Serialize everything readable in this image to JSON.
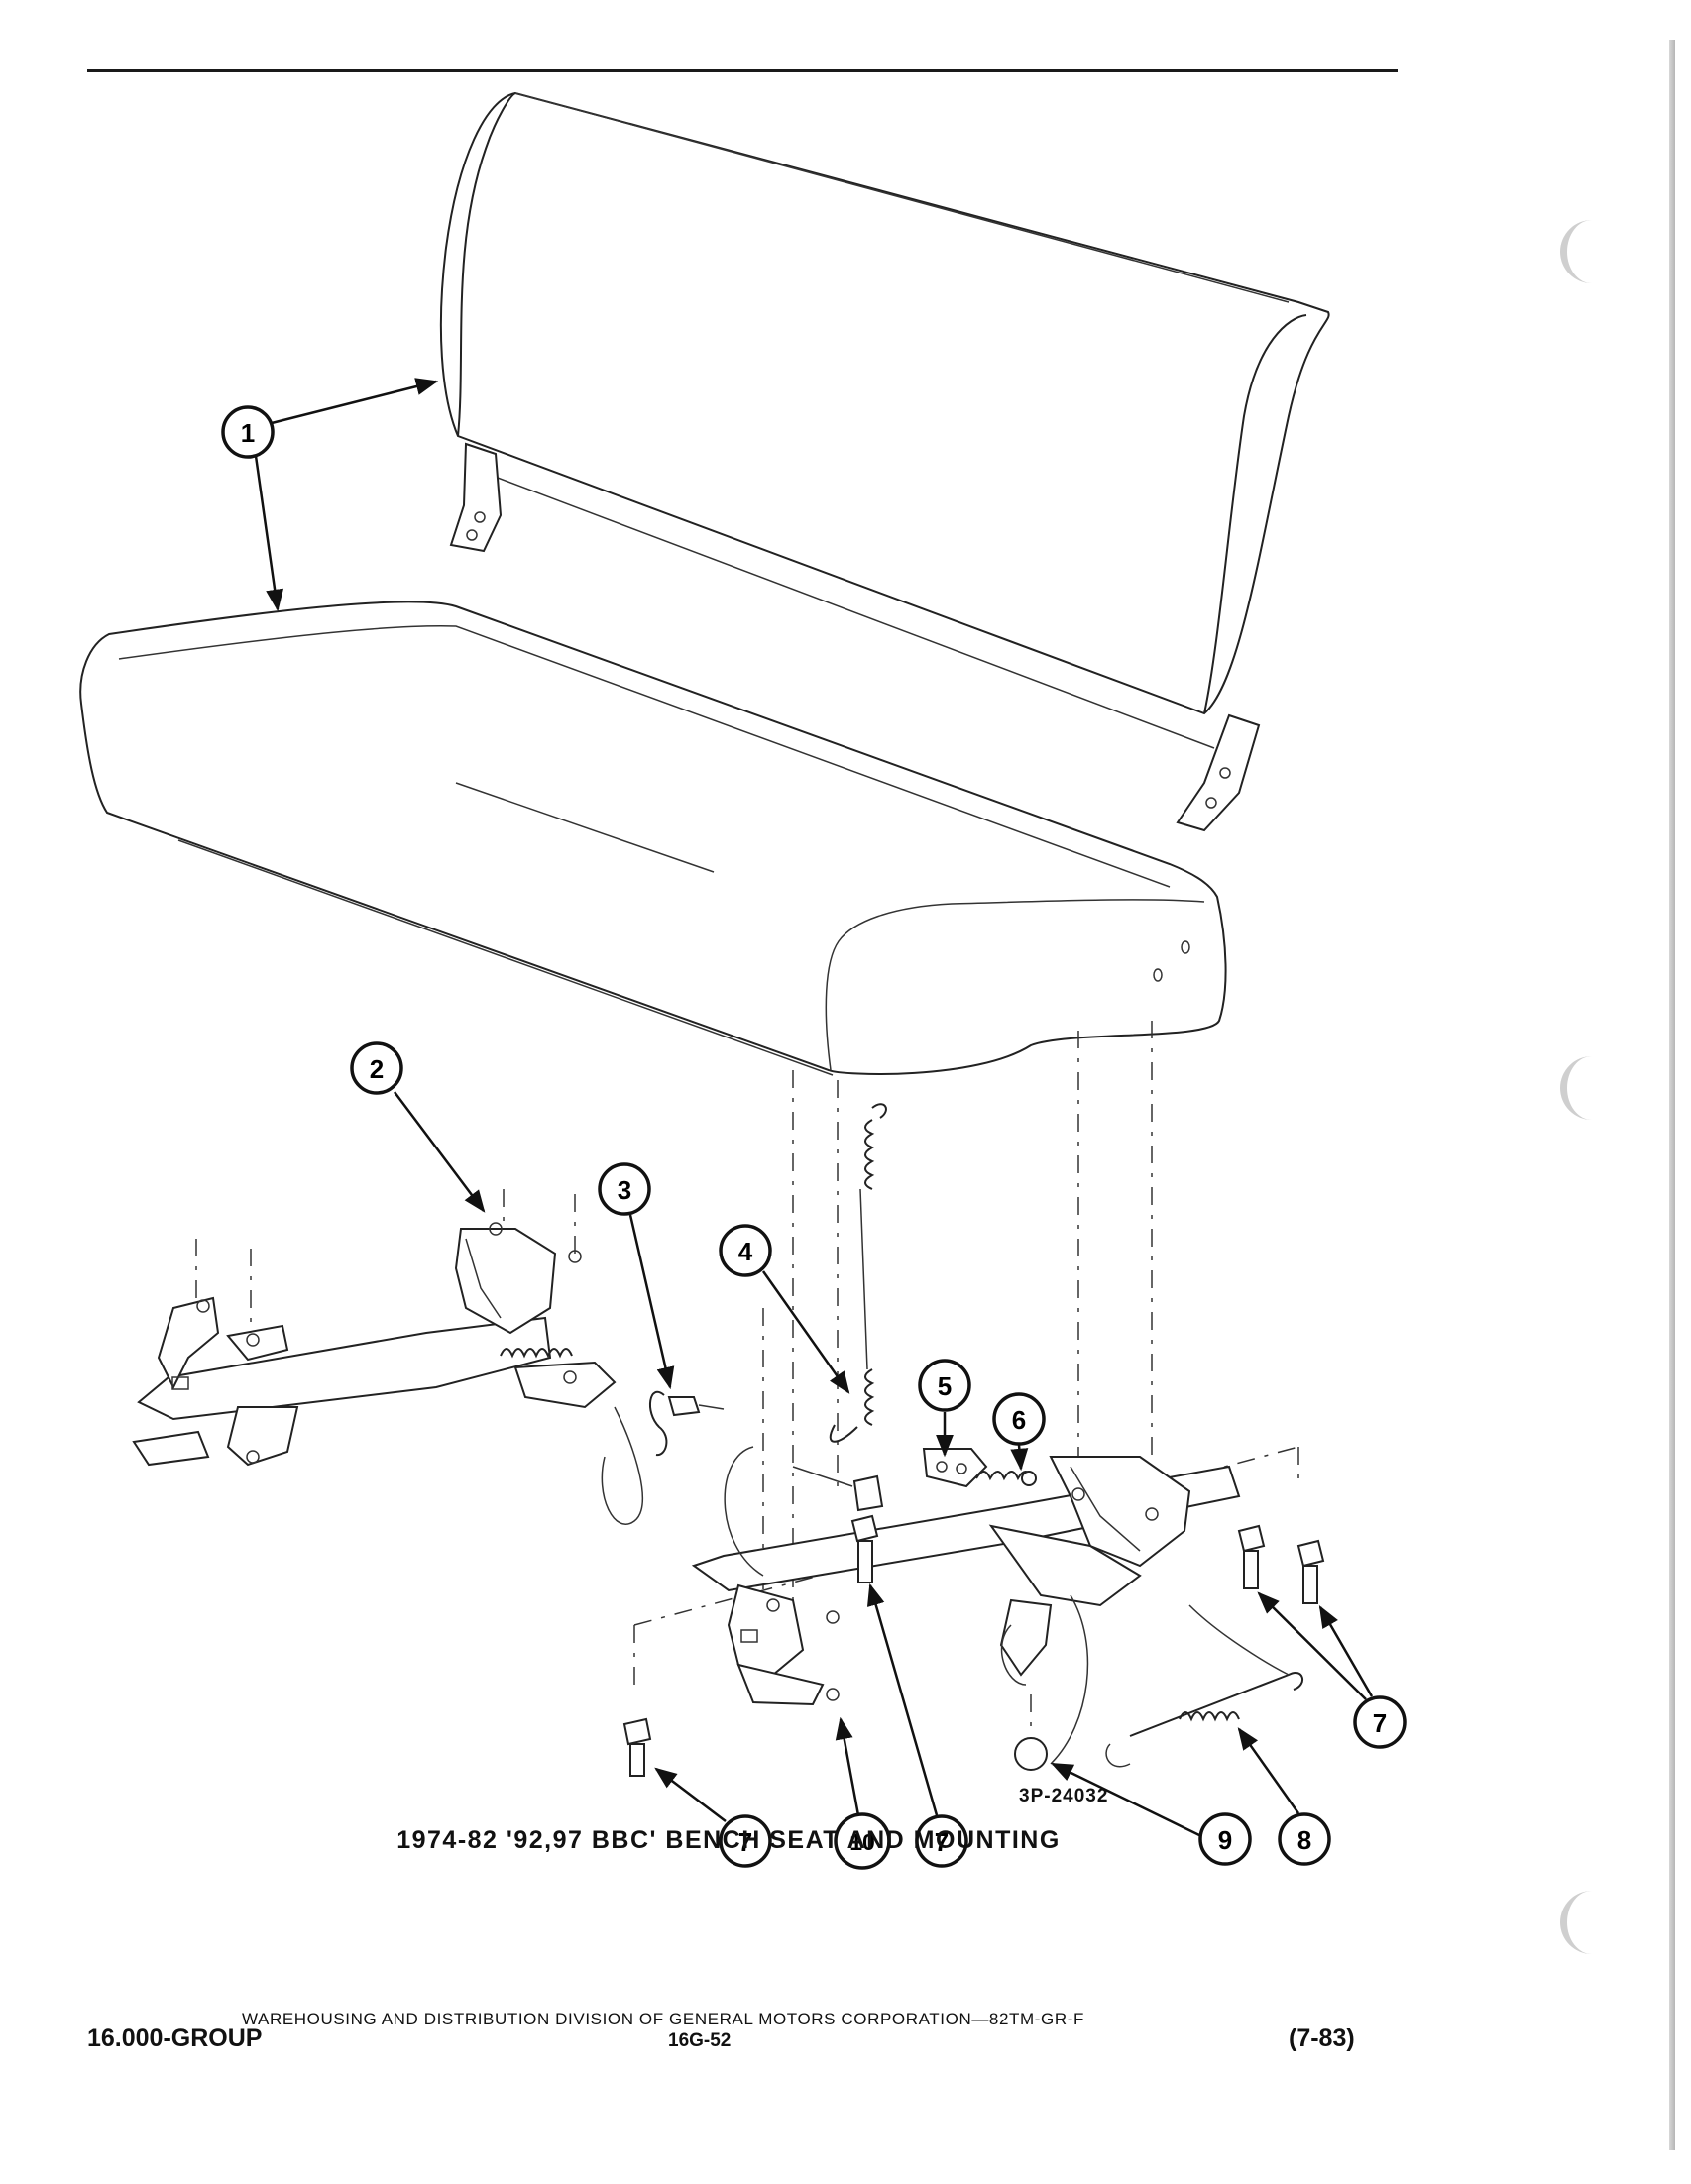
{
  "figure": {
    "caption": "1974-82 '92,97 BBC' BENCH SEAT AND MOUNTING",
    "figure_number": "3P-24032",
    "callouts": [
      "1",
      "1",
      "2",
      "3",
      "4",
      "5",
      "6",
      "7",
      "7",
      "7",
      "8",
      "9",
      "10",
      "7"
    ]
  },
  "footer": {
    "publisher": "WAREHOUSING AND DISTRIBUTION  DIVISION OF GENERAL MOTORS CORPORATION—82TM-GR-F",
    "group": "16.000-GROUP",
    "page": "16G-52",
    "date": "(7-83)"
  }
}
